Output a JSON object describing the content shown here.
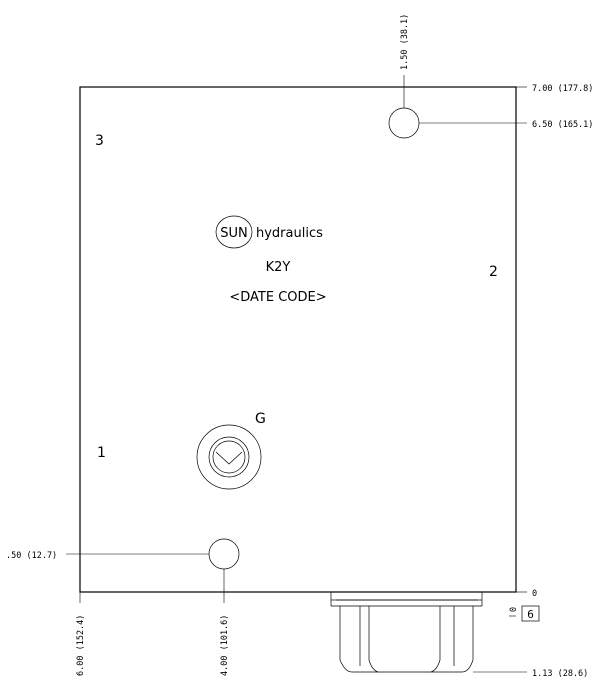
{
  "brand": {
    "logo_text": "SUN",
    "name": "hydraulics"
  },
  "model": "K2Y",
  "date_code": "<DATE CODE>",
  "ports": {
    "port_1": "1",
    "port_2": "2",
    "port_3": "3",
    "gauge": "G"
  },
  "dimensions": {
    "top_hole_x": "1.50 (38.1)",
    "body_top": "7.00 (177.8)",
    "top_hole_y": "6.50 (165.1)",
    "bottom_hole_y": ".50 (12.7)",
    "body_left": "6.00 (152.4)",
    "bottom_hole_x": "4.00 (101.6)",
    "zero_y": "0",
    "zero_x": "0",
    "fitting_depth": "1.13 (28.6)"
  },
  "view_number": "6"
}
